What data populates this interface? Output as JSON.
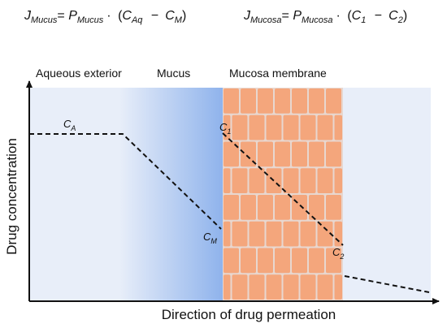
{
  "equations": {
    "mucus": {
      "j": "J",
      "j_sub": "Mucus",
      "eq": "=",
      "p": "P",
      "p_sub": "Mucus",
      "dot": "·",
      "open": "(",
      "c1": "C",
      "c1_sub": "Aq",
      "minus": "−",
      "c2": "C",
      "c2_sub": "M",
      "close": ")"
    },
    "mucosa": {
      "j": "J",
      "j_sub": "Mucosa",
      "eq": "=",
      "p": "P",
      "p_sub": "Mucosa",
      "dot": "·",
      "open": "(",
      "c1": "C",
      "c1_sub": "1",
      "minus": "−",
      "c2": "C",
      "c2_sub": "2",
      "close": ")"
    }
  },
  "regions": {
    "aqueous": "Aqueous exterior",
    "mucus": "Mucus",
    "mucosa": "Mucosa membrane"
  },
  "axes": {
    "y": "Drug concentration",
    "x": "Direction of drug permeation"
  },
  "points": {
    "ca": {
      "main": "C",
      "sub": "A"
    },
    "cm": {
      "main": "C",
      "sub": "M"
    },
    "c1": {
      "main": "C",
      "sub": "1"
    },
    "c2": {
      "main": "C",
      "sub": "2"
    }
  },
  "colors": {
    "background_zone": "#e8eef9",
    "mucus_gradient_end": "#8fb3ec",
    "brick_fill": "#f4a67c",
    "brick_mortar": "#e8d7cf",
    "line": "#111111"
  }
}
